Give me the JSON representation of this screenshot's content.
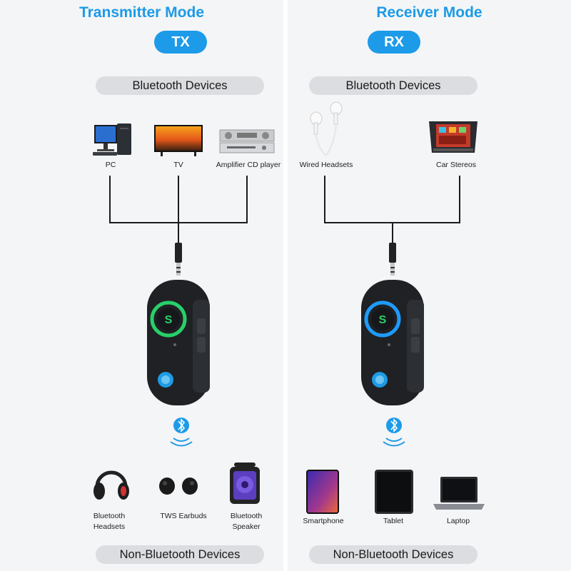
{
  "left": {
    "title": "Transmitter Mode",
    "badge": "TX",
    "top_bar": "Bluetooth Devices",
    "sources": [
      "PC",
      "TV",
      "Amplifier CD player"
    ],
    "targets": [
      {
        "line1": "Bluetooth",
        "line2": "Headsets"
      },
      {
        "line1": "TWS Earbuds",
        "line2": ""
      },
      {
        "line1": "Bluetooth",
        "line2": "Speaker"
      }
    ],
    "bottom_bar": "Non-Bluetooth Devices",
    "ring_color": "#28d06a"
  },
  "right": {
    "title": "Receiver Mode",
    "badge": "RX",
    "top_bar": "Bluetooth Devices",
    "sources": [
      "Wired Headsets",
      "Car Stereos"
    ],
    "targets": [
      "Smartphone",
      "Tablet",
      "Laptop"
    ],
    "bottom_bar": "Non-Bluetooth Devices",
    "ring_color": "#1e9bff"
  },
  "colors": {
    "accent": "#1c9be6",
    "bluetooth": "#1d9be8"
  }
}
